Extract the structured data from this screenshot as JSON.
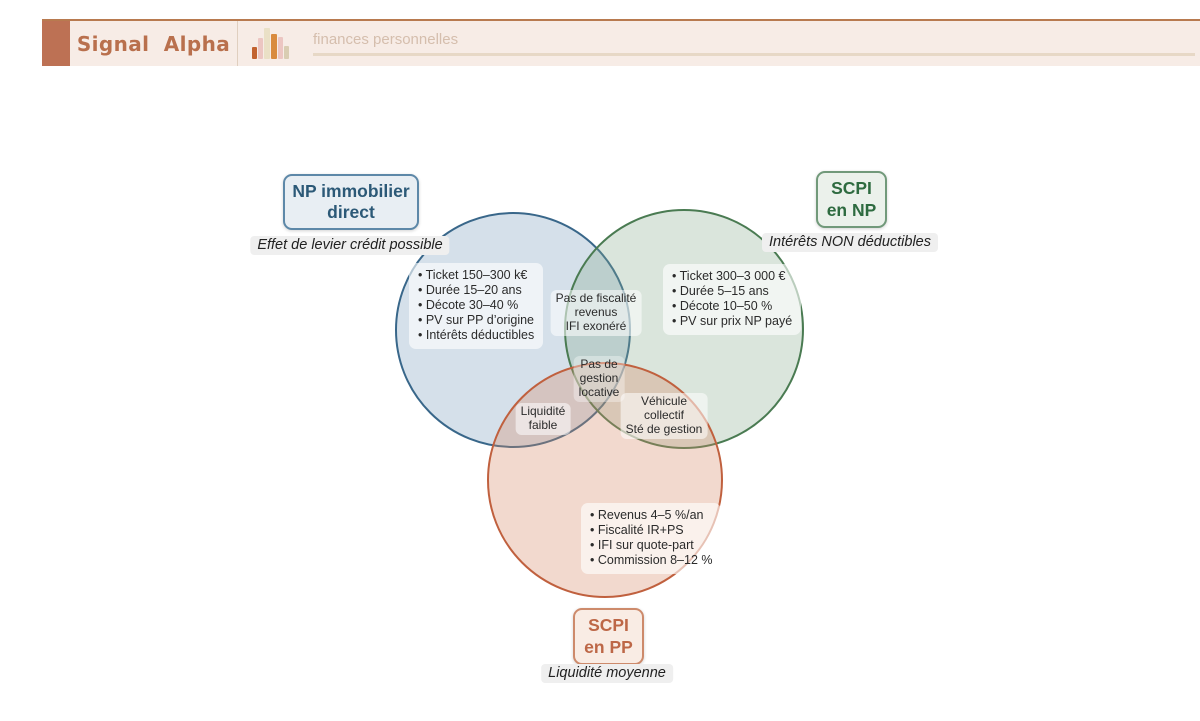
{
  "header": {
    "brand": "Signal Alpha",
    "subtitle": "finances personnelles",
    "accent_color": "#b9704d",
    "band_color": "#f7ece6",
    "square_color": "#bd7154",
    "top_line_color": "#b87a4f",
    "icon_bars": [
      {
        "h": 12,
        "w": 5,
        "color": "#c2622f"
      },
      {
        "h": 21,
        "w": 5,
        "color": "#ecc6c2"
      },
      {
        "h": 31,
        "w": 6,
        "color": "#eae0c6"
      },
      {
        "h": 25,
        "w": 6,
        "color": "#d98b3f"
      },
      {
        "h": 22,
        "w": 5,
        "color": "#ecc6c2"
      },
      {
        "h": 13,
        "w": 5,
        "color": "#d9cdb2"
      }
    ]
  },
  "diagram": {
    "sets": [
      {
        "id": "np-immobilier-direct",
        "label": "NP immobilier\ndirect",
        "caption": "Effet de levier crédit possible",
        "stroke": "#39678a",
        "fill": "#7c9fbd",
        "items": [
          "Ticket 150–300 k€",
          "Durée 15–20 ans",
          "Décote 30–40 %",
          "PV sur PP d’origine",
          "Intérêts déductibles"
        ]
      },
      {
        "id": "scpi-en-np",
        "label": "SCPI\nen NP",
        "caption": "Intérêts NON déductibles",
        "stroke": "#4a7b52",
        "fill": "#83a98b",
        "items": [
          "Ticket 300–3 000 €",
          "Durée 5–15 ans",
          "Décote 10–50 %",
          "PV sur prix NP payé"
        ]
      },
      {
        "id": "scpi-en-pp",
        "label": "SCPI\nen PP",
        "caption": "Liquidité moyenne",
        "stroke": "#c0603e",
        "fill": "#d68a68",
        "items": [
          "Revenus 4–5 %/an",
          "Fiscalité IR+PS",
          "IFI sur quote-part",
          "Commission 8–12 %"
        ]
      }
    ],
    "intersections": {
      "np_direct_and_scpi_np": "Pas de fiscalité\nrevenus\nIFI exonéré",
      "np_direct_and_scpi_pp": "Liquidité\nfaible",
      "scpi_np_and_scpi_pp": "Véhicule\ncollectif\nSté de gestion",
      "all_three": "Pas de\ngestion\nlocative"
    },
    "bullet": "• "
  }
}
